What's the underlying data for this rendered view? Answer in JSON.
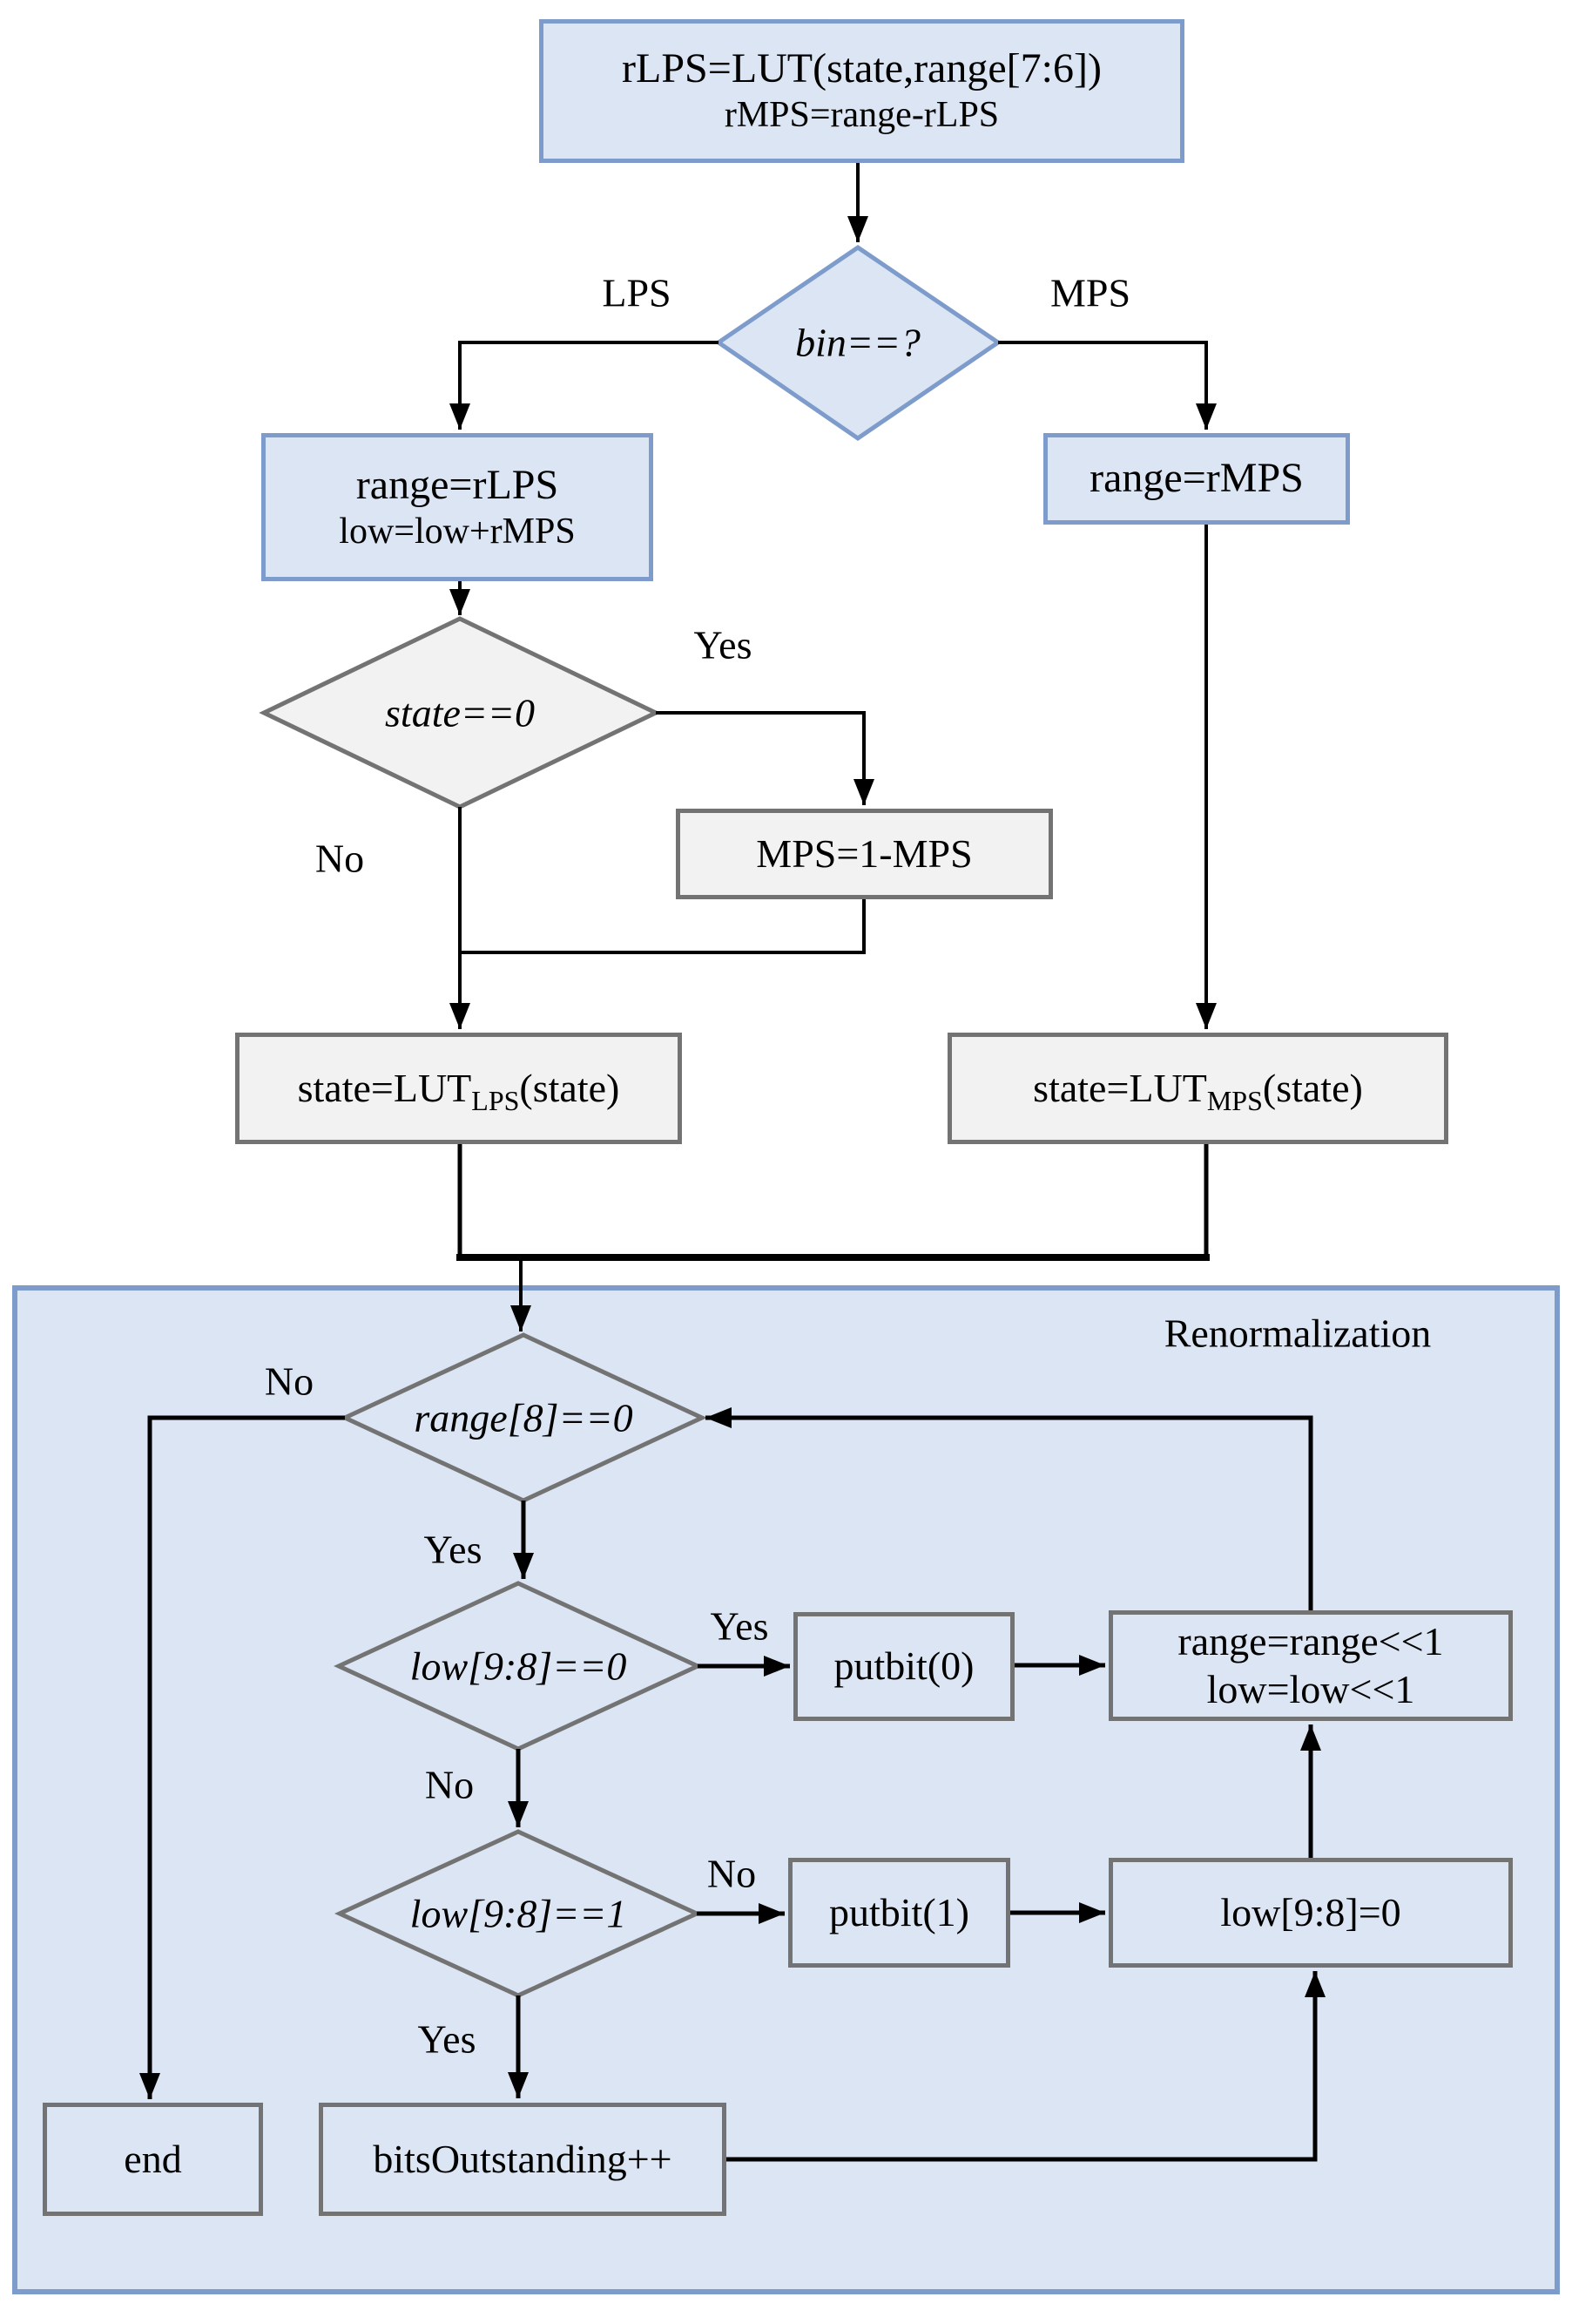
{
  "flowchart": {
    "init_box": {
      "line1": "rLPS=LUT(state,range[7:6])",
      "line2": "rMPS=range-rLPS"
    },
    "bin_diamond": "bin==?",
    "lps_branch_label": "LPS",
    "mps_branch_label": "MPS",
    "lps_box": {
      "line1": "range=rLPS",
      "line2": "low=low+rMPS"
    },
    "mps_box": "range=rMPS",
    "state_diamond": "state==0",
    "state_yes_label": "Yes",
    "state_no_label": "No",
    "flip_box": "MPS=1-MPS",
    "lut_lps_box": {
      "pre": "state=LUT",
      "sub": "LPS",
      "post": "(state)"
    },
    "lut_mps_box": {
      "pre": "state=LUT",
      "sub": "MPS",
      "post": "(state)"
    },
    "renorm": {
      "title": "Renormalization",
      "range_diamond": "range[8]==0",
      "range_no_label": "No",
      "range_yes_label": "Yes",
      "low0_diamond": "low[9:8]==0",
      "low0_yes_label": "Yes",
      "low0_no_label": "No",
      "putbit0_box": "putbit(0)",
      "shift_box": {
        "line1": "range=range<<1",
        "line2": "low=low<<1"
      },
      "low1_diamond": "low[9:8]==1",
      "low1_no_label": "No",
      "low1_yes_label": "Yes",
      "putbit1_box": "putbit(1)",
      "lowset_box": "low[9:8]=0",
      "bits_box": "bitsOutstanding++",
      "end_box": "end"
    },
    "colors": {
      "blue_fill": "#dbe5f3",
      "blue_border": "#7e9ccb",
      "gray_fill": "#f2f2f2",
      "gray_border": "#737373",
      "line": "#000000"
    }
  }
}
